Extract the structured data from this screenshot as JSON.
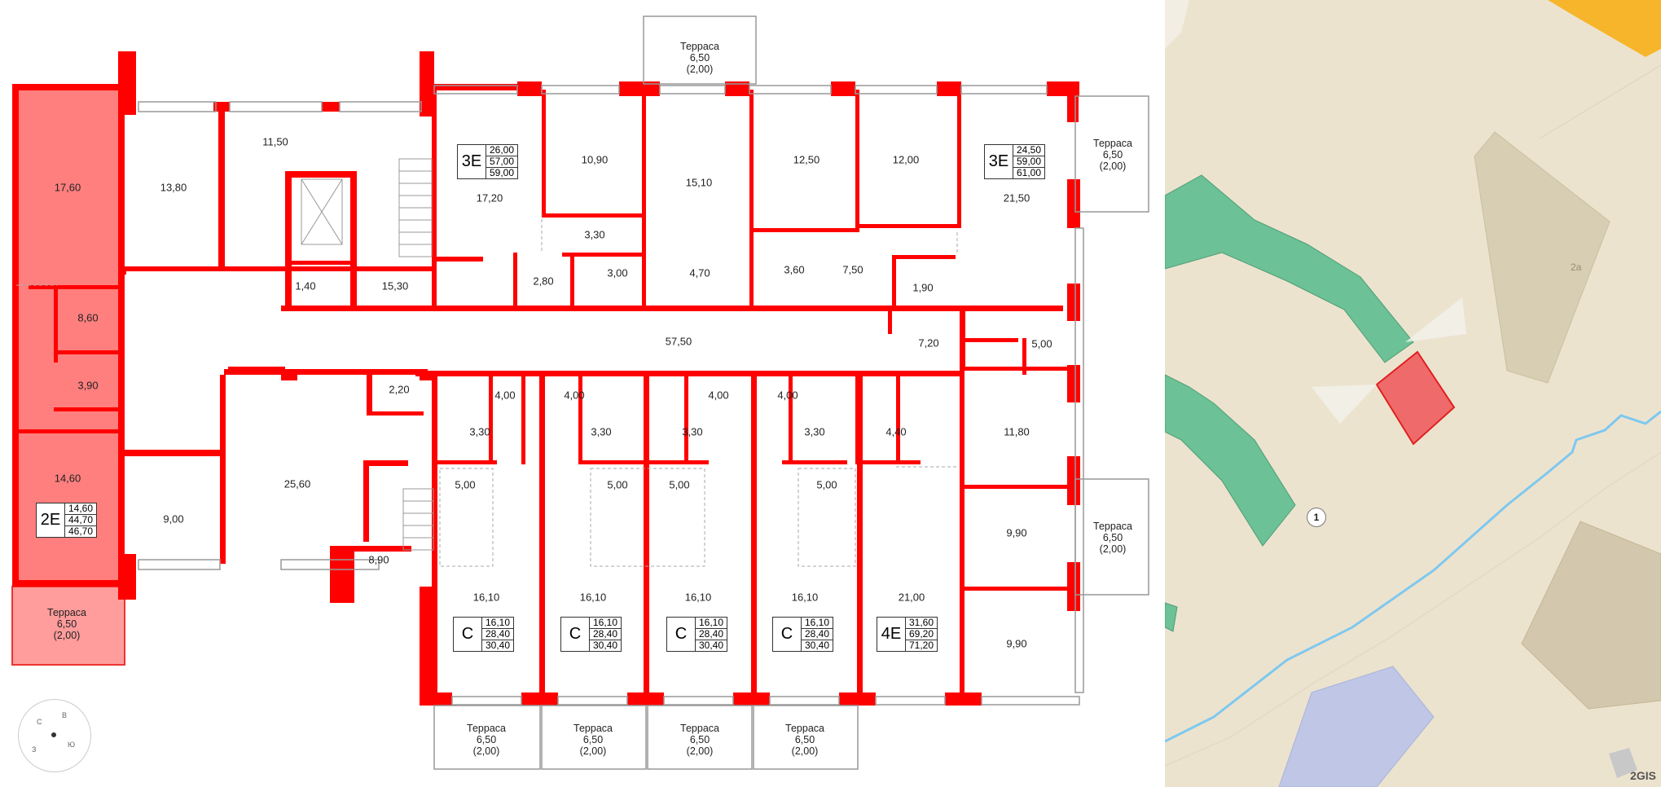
{
  "rooms": {
    "r17_60": "17,60",
    "r13_80": "13,80",
    "r11_50": "11,50",
    "r8_60": "8,60",
    "r3_90": "3,90",
    "r14_60": "14,60",
    "r9_00": "9,00",
    "r25_60": "25,60",
    "r8_90": "8,90",
    "r1_40": "1,40",
    "r15_30": "15,30",
    "r17_20": "17,20",
    "r10_90": "10,90",
    "r15_10": "15,10",
    "r3_30a": "3,30",
    "r2_80": "2,80",
    "r3_00": "3,00",
    "r4_70": "4,70",
    "r12_50": "12,50",
    "r12_00": "12,00",
    "r3_60": "3,60",
    "r7_50": "7,50",
    "r1_90": "1,90",
    "r21_50": "21,50",
    "r57_50": "57,50",
    "r7_20": "7,20",
    "r5_00r": "5,00",
    "r2_20": "2,20",
    "r11_80": "11,80",
    "r9_90a": "9,90",
    "r9_90b": "9,90",
    "r21_00": "21,00",
    "r4_40": "4,40",
    "r4_00a": "4,00",
    "r4_00b": "4,00",
    "r4_00c": "4,00",
    "r4_00d": "4,00",
    "r3_30b": "3,30",
    "r3_30c": "3,30",
    "r3_30d": "3,30",
    "r3_30e": "3,30",
    "r5_00a": "5,00",
    "r5_00b": "5,00",
    "r5_00c": "5,00",
    "r5_00d": "5,00",
    "r16_10a": "16,10",
    "r16_10b": "16,10",
    "r16_10c": "16,10",
    "r16_10d": "16,10"
  },
  "terraces": [
    {
      "name": "Терраса",
      "area": "6,50",
      "area2": "(2,00)"
    },
    {
      "name": "Терраса",
      "area": "6,50",
      "area2": "(2,00)"
    },
    {
      "name": "Терраса",
      "area": "6,50",
      "area2": "(2,00)"
    },
    {
      "name": "Терраса",
      "area": "6,50",
      "area2": "(2,00)"
    },
    {
      "name": "Терраса",
      "area": "6,50",
      "area2": "(2,00)"
    },
    {
      "name": "Терраса",
      "area": "6,50",
      "area2": "(2,00)"
    },
    {
      "name": "Терраса",
      "area": "6,50",
      "area2": "(2,00)"
    },
    {
      "name": "Терраса",
      "area": "6,50",
      "area2": "(2,00)"
    }
  ],
  "badges": [
    {
      "type": "3Е",
      "v1": "26,00",
      "v2": "57,00",
      "v3": "59,00"
    },
    {
      "type": "3Е",
      "v1": "24,50",
      "v2": "59,00",
      "v3": "61,00"
    },
    {
      "type": "2Е",
      "v1": "14,60",
      "v2": "44,70",
      "v3": "46,70"
    },
    {
      "type": "С",
      "v1": "16,10",
      "v2": "28,40",
      "v3": "30,40"
    },
    {
      "type": "С",
      "v1": "16,10",
      "v2": "28,40",
      "v3": "30,40"
    },
    {
      "type": "С",
      "v1": "16,10",
      "v2": "28,40",
      "v3": "30,40"
    },
    {
      "type": "С",
      "v1": "16,10",
      "v2": "28,40",
      "v3": "30,40"
    },
    {
      "type": "4Е",
      "v1": "31,60",
      "v2": "69,20",
      "v3": "71,20"
    }
  ],
  "compass": {
    "s": "С",
    "v": "В",
    "yu": "Ю",
    "z": "З"
  },
  "map": {
    "label_2a": "2а",
    "marker_1": "1",
    "brand": "2GIS"
  },
  "colors": {
    "wall": "#ff0000",
    "highlight_fill": "#ff7f7f",
    "map_bg": "#ece3cf",
    "building_green": "#6cc196",
    "building_selected": "#ef6b6b",
    "river": "#7ec8ef"
  }
}
